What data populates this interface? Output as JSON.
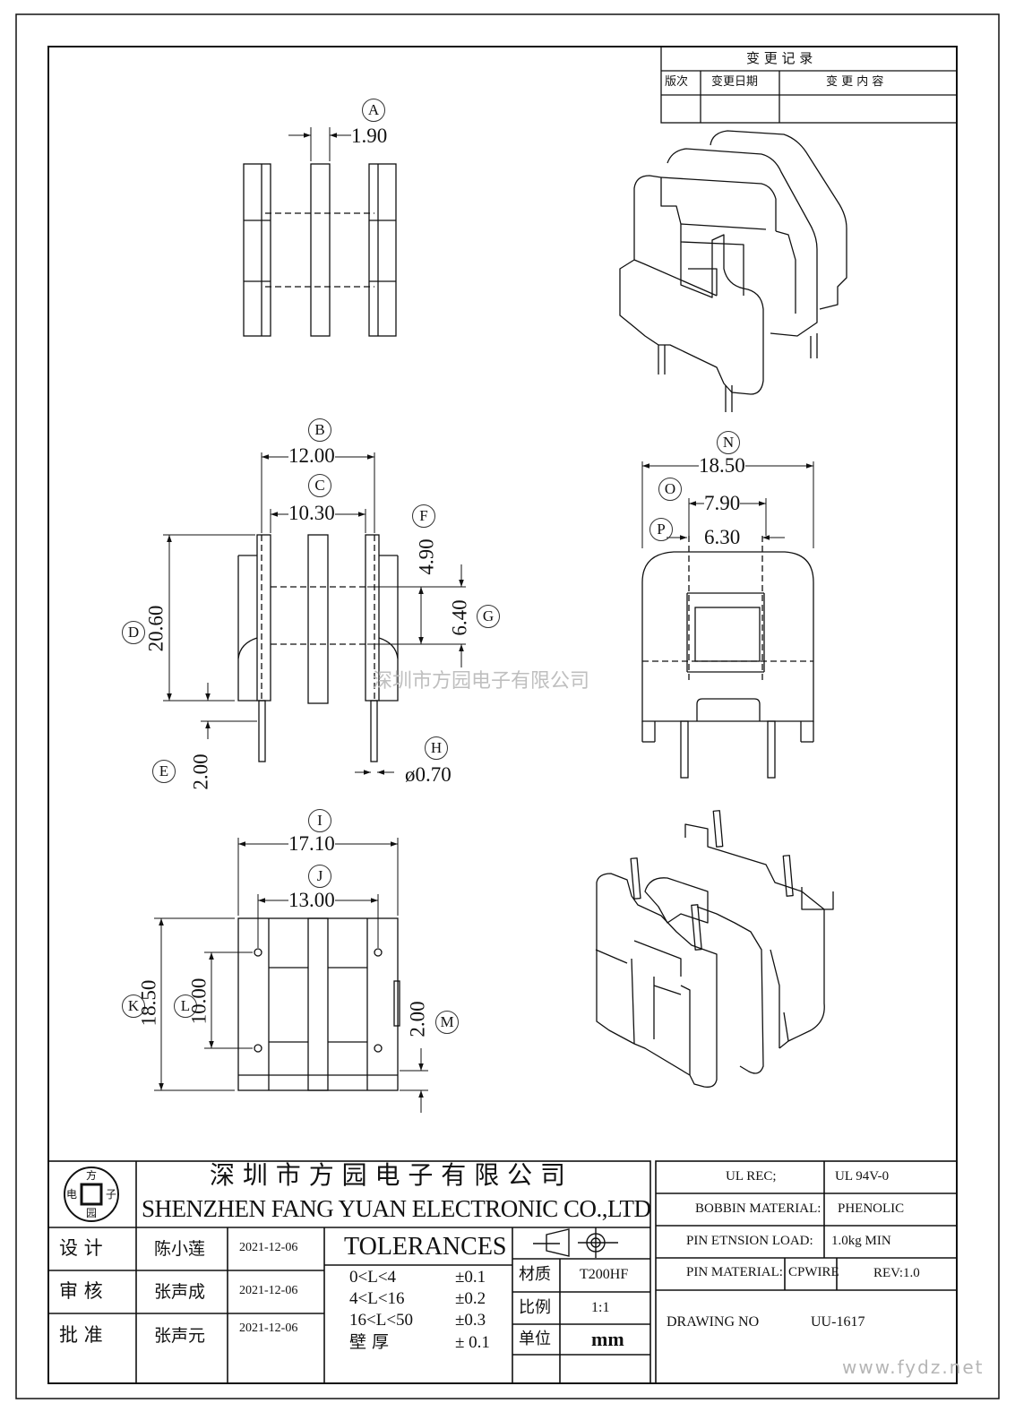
{
  "change_record": {
    "title": "变 更 记 录",
    "col_version": "版次",
    "col_date": "变更日期",
    "col_content": "变 更 内 容"
  },
  "dimensions": {
    "A": {
      "letter": "A",
      "value": "1.90"
    },
    "B": {
      "letter": "B",
      "value": "12.00"
    },
    "C": {
      "letter": "C",
      "value": "10.30"
    },
    "D": {
      "letter": "D",
      "value": "20.60"
    },
    "E": {
      "letter": "E",
      "value": "2.00"
    },
    "F": {
      "letter": "F",
      "value": "4.90"
    },
    "G": {
      "letter": "G",
      "value": "6.40"
    },
    "H": {
      "letter": "H",
      "value": "ø0.70"
    },
    "I": {
      "letter": "I",
      "value": "17.10"
    },
    "J": {
      "letter": "J",
      "value": "13.00"
    },
    "K": {
      "letter": "K",
      "value": "18.50"
    },
    "L": {
      "letter": "L",
      "value": "10.00"
    },
    "M": {
      "letter": "M",
      "value": "2.00"
    },
    "N": {
      "letter": "N",
      "value": "18.50"
    },
    "O": {
      "letter": "O",
      "value": "7.90"
    },
    "P": {
      "letter": "P",
      "value": "6.30"
    }
  },
  "watermark_center": "深圳市方园电子有限公司",
  "watermark_corner": "www.fydz.net",
  "title_block": {
    "logo": {
      "top": "方",
      "left": "电",
      "right": "子",
      "bottom": "园"
    },
    "company_cn": "深 圳 市 方 园 电 子 有 限 公 司",
    "company_en": "SHENZHEN FANG YUAN ELECTRONIC CO.,LTD",
    "roles": [
      {
        "role": "设 计",
        "name": "陈小莲",
        "date": "2021-12-06"
      },
      {
        "role": "审 核",
        "name": "张声成",
        "date": "2021-12-06"
      },
      {
        "role": "批 准",
        "name": "张声元",
        "date": "2021-12-06"
      }
    ],
    "tolerances_title": "TOLERANCES",
    "tolerances": [
      {
        "range": "0<L<4",
        "value": "±0.1"
      },
      {
        "range": "4<L<16",
        "value": "±0.2"
      },
      {
        "range": "16<L<50",
        "value": "±0.3"
      },
      {
        "range": "壁  厚",
        "value": "± 0.1"
      }
    ],
    "material_label": "材质",
    "material_value": "T200HF",
    "scale_label": "比例",
    "scale_value": "1:1",
    "unit_label": "单位",
    "unit_value": "mm",
    "ul_rec_label": "UL REC;",
    "ul_rec_value": "UL  94V-0",
    "bobbin_material_label": "BOBBIN MATERIAL:",
    "bobbin_material_value": "PHENOLIC",
    "pin_load_label": "PIN ETNSION LOAD:",
    "pin_load_value": "1.0kg MIN",
    "pin_material_label": "PIN MATERIAL:",
    "pin_material_value": "CPWIRE",
    "rev": "REV:1.0",
    "drawing_no_label": "DRAWING NO",
    "drawing_no_value": "UU-1617"
  }
}
